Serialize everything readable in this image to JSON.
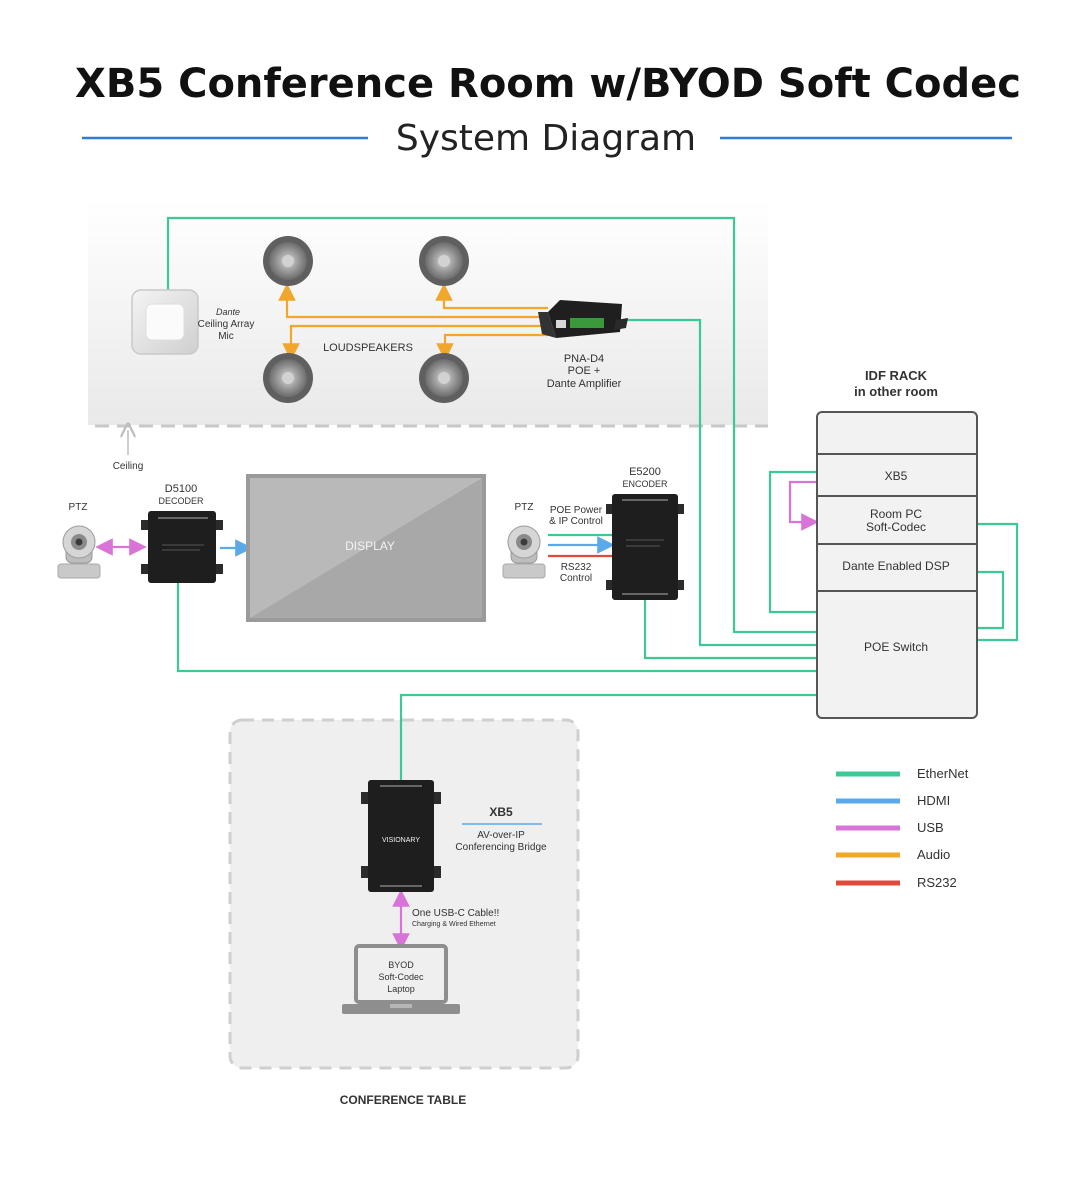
{
  "header": {
    "title": "XB5 Conference Room w/BYOD Soft Codec",
    "subtitle": "System Diagram"
  },
  "ceiling": {
    "mic_brand": "Dante",
    "mic_label_1": "Ceiling Array",
    "mic_label_2": "Mic",
    "loudspeakers": "LOUDSPEAKERS",
    "amp_line1": "PNA-D4",
    "amp_line2": "POE +",
    "amp_line3": "Dante Amplifier",
    "ceiling_label": "Ceiling"
  },
  "room": {
    "ptz_left": "PTZ",
    "decoder_model": "D5100",
    "decoder_type": "DECODER",
    "display": "DISPLAY",
    "ptz_right": "PTZ",
    "poe_power_1": "POE Power",
    "poe_power_2": "& IP Control",
    "rs232_1": "RS232",
    "rs232_2": "Control",
    "encoder_model": "E5200",
    "encoder_type": "ENCODER"
  },
  "rack": {
    "title_1": "IDF RACK",
    "title_2": "in other room",
    "slots": [
      "XB5",
      "Room PC",
      "Soft-Codec",
      "Dante Enabled DSP",
      "POE Switch"
    ]
  },
  "table": {
    "device_name": "XB5",
    "device_desc_1": "AV-over-IP",
    "device_desc_2": "Conferencing Bridge",
    "cable_note": "One USB-C Cable!!",
    "cable_sub": "Charging & Wired Ethernet",
    "laptop_1": "BYOD",
    "laptop_2": "Soft-Codec",
    "laptop_3": "Laptop",
    "table_label": "CONFERENCE TABLE",
    "brand": "VISIONARY"
  },
  "legend": [
    {
      "label": "EtherNet",
      "color": "#3cc994"
    },
    {
      "label": "HDMI",
      "color": "#5aa9ea"
    },
    {
      "label": "USB",
      "color": "#d873d8"
    },
    {
      "label": "Audio",
      "color": "#f0a72c"
    },
    {
      "label": "RS232",
      "color": "#e04a3a"
    }
  ],
  "colors": {
    "ethernet": "#3cc994",
    "hdmi": "#5aa9ea",
    "usb": "#d873d8",
    "audio": "#f0a72c",
    "rs232": "#e04a3a",
    "title_rule": "#2e7ed6"
  }
}
